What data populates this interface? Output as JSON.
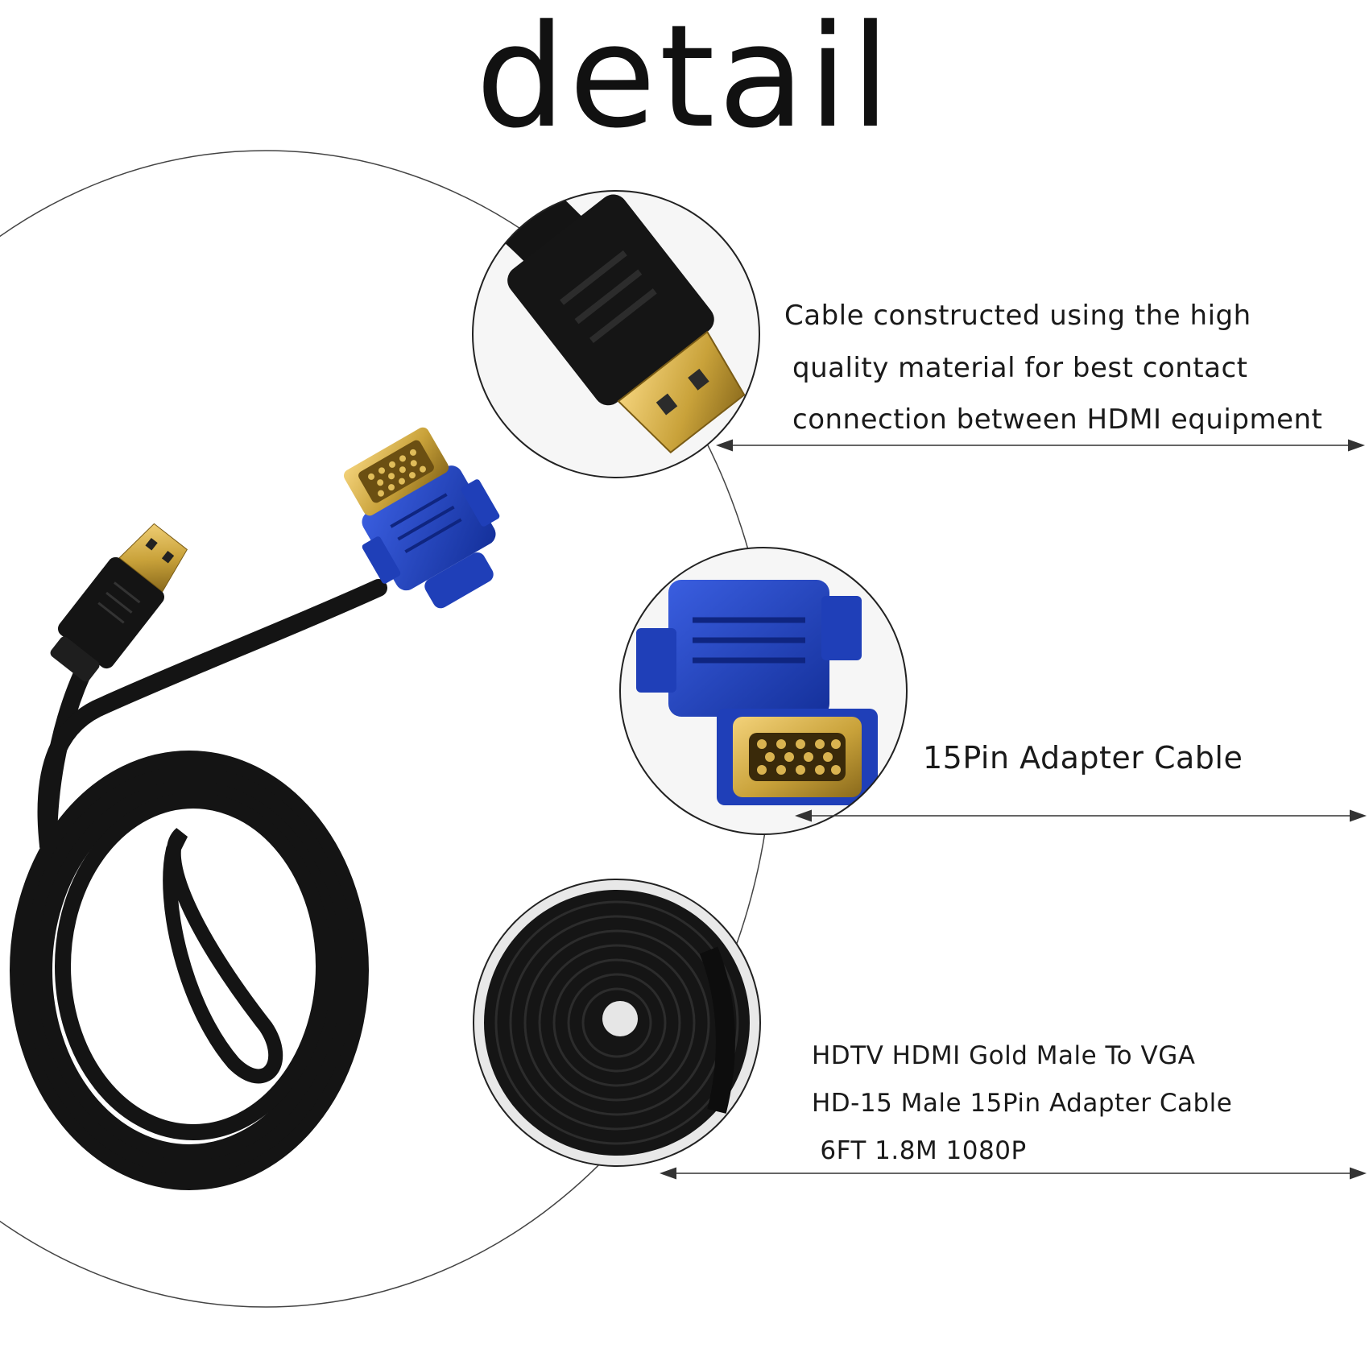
{
  "heading": "detail",
  "callouts": {
    "hdmi": {
      "lines": [
        "Cable constructed using the high",
        "quality material for best contact",
        "connection between HDMI equipment"
      ]
    },
    "vga": {
      "lines": [
        "15Pin Adapter Cable"
      ]
    },
    "coil": {
      "lines": [
        "HDTV HDMI Gold Male To VGA",
        "HD-15 Male 15Pin Adapter Cable",
        " 6FT 1.8M 1080P"
      ]
    }
  },
  "colors": {
    "cable": "#141414",
    "vga_blue": "#1f3fb8",
    "gold": "#c9a23a",
    "line": "#333333"
  }
}
